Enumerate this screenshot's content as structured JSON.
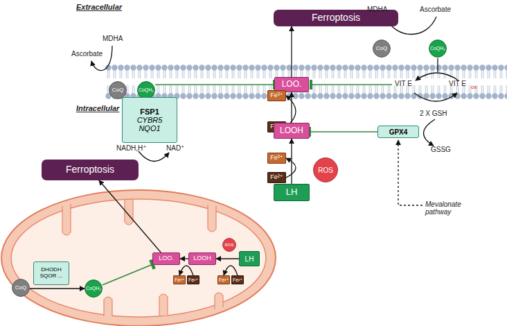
{
  "diagram": {
    "nodes": [
      {
        "text": [
          "Ferroptosis"
        ]
      },
      {
        "text": [
          "CoQ"
        ]
      },
      {
        "text": [
          "CoQH₂"
        ]
      },
      {
        "text": [
          "CoQ"
        ]
      },
      {
        "text": [
          "CoQH₂"
        ]
      },
      {
        "text": [
          "LOO."
        ]
      },
      {
        "text": [
          "Fe³⁺"
        ]
      },
      {
        "text": [
          "FSP1",
          "CYBR5",
          "NQO1"
        ]
      },
      {
        "text": [
          "Fe²⁺"
        ]
      },
      {
        "text": [
          "LOOH"
        ]
      },
      {
        "text": [
          "GPX4"
        ]
      },
      {
        "text": [
          "Fe³⁺"
        ]
      },
      {
        "text": [
          "ROS"
        ]
      },
      {
        "text": [
          "Fe²⁺"
        ]
      },
      {
        "text": [
          "LH"
        ]
      },
      {
        "text": [
          "Ferroptosis"
        ]
      },
      {
        "text": [
          "LOO."
        ]
      },
      {
        "text": [
          "LOOH"
        ]
      },
      {
        "text": [
          "ROS"
        ]
      },
      {
        "text": [
          "LH"
        ]
      },
      {
        "text": [
          "DHODH SQOR ..."
        ]
      },
      {
        "text": [
          "CoQ"
        ]
      },
      {
        "text": [
          "CoQH₂"
        ]
      },
      {
        "text": [
          "Fe³⁺"
        ]
      },
      {
        "text": [
          "Fe²⁺"
        ]
      },
      {
        "text": [
          "Fe³⁺"
        ]
      },
      {
        "text": [
          "Fe²⁺"
        ]
      }
    ],
    "edges": [
      {
        "from": 5,
        "to": 0,
        "arrow": "to"
      },
      {
        "from": 2,
        "to": 5,
        "arrow": "to"
      },
      {
        "from": 9,
        "to": 5,
        "arrow": "to"
      },
      {
        "from": 8,
        "to": 6,
        "arrow": "to"
      },
      {
        "from": 10,
        "to": 9,
        "arrow": "to"
      },
      {
        "from": 14,
        "to": 9,
        "arrow": "to"
      },
      {
        "from": 13,
        "to": 11,
        "arrow": "to"
      },
      {
        "from": 16,
        "to": 15,
        "arrow": "to"
      },
      {
        "from": 22,
        "to": 16,
        "arrow": "to"
      },
      {
        "from": 17,
        "to": 16,
        "arrow": "to"
      },
      {
        "from": 19,
        "to": 17,
        "arrow": "to"
      },
      {
        "from": 24,
        "to": 23,
        "arrow": "to"
      },
      {
        "from": 26,
        "to": 25,
        "arrow": "to"
      },
      {
        "from": 21,
        "to": 22,
        "arrow": "to"
      }
    ],
    "labels": [
      "Extracellular",
      "MDHA",
      "Ascorbate",
      "MDHA",
      "Ascorbate",
      "VIT E",
      "VIT E",
      "ox",
      "Intracellular",
      "NADH,H⁺",
      "NAD⁺",
      "2 X GSH",
      "GSSG",
      "Mevalonate pathway"
    ]
  }
}
